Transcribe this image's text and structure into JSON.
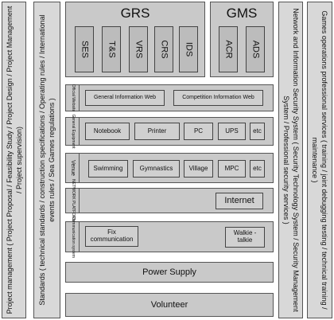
{
  "left_panel": {
    "outer": "Project management ( Project Proposal / Feasibility Study / Project Design / Project Management / Project supervision)",
    "inner": "Standards ( technical standards / construction specifications / Operating rules / International events rules / Sea Games regulations )"
  },
  "right_panel": {
    "inner": "Network and Information Security System ( Security Technology System / Security Management System / Professional security services )",
    "outer": "Games operations professional services ( training / joint debugging testing / technical training / maintenance )"
  },
  "grs": {
    "title": "GRS",
    "items": [
      "SES",
      "T&S",
      "VRS",
      "CRS",
      "IDS"
    ]
  },
  "gms": {
    "title": "GMS",
    "items": [
      "ACR",
      "ADS"
    ]
  },
  "rows": {
    "websites": {
      "label": "Official Website",
      "items": [
        "General Information Web",
        "Competition Information Web"
      ]
    },
    "equipment": {
      "label": "General Equipment",
      "items": [
        "Notebook",
        "Printer",
        "PC",
        "UPS",
        "etc"
      ]
    },
    "venue": {
      "label": "Venue",
      "items": [
        "Swimming",
        "Gymnastics",
        "Village",
        "MPC",
        "etc"
      ]
    },
    "network": {
      "label": "NETWORK PLATFORM",
      "items": [
        "Internet"
      ]
    },
    "communication": {
      "label": "Communication system",
      "items": [
        "Fix communication",
        "Walkie - talkie"
      ]
    }
  },
  "power_supply": "Power Supply",
  "volunteer": "Volunteer"
}
